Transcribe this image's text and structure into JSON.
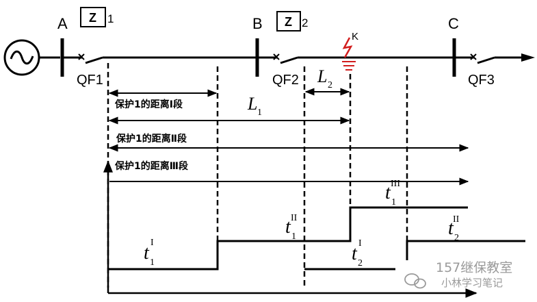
{
  "buses": {
    "a": "A",
    "b": "B",
    "c": "C"
  },
  "relays": {
    "relay1": {
      "symbol": "Z",
      "number": "1"
    },
    "relay2": {
      "symbol": "Z",
      "number": "2"
    }
  },
  "breakers": {
    "qf1": "QF1",
    "qf2": "QF2",
    "qf3": "QF3"
  },
  "fault": {
    "label": "K",
    "color": "#d21e1e"
  },
  "lengths": {
    "l1": {
      "symbol": "L",
      "sub": "1"
    },
    "l2": {
      "symbol": "L",
      "sub": "2"
    }
  },
  "zones": {
    "zone1": "保护1的距离Ⅰ段",
    "zone2": "保护1的距离Ⅱ段",
    "zone3": "保护1的距离Ⅲ段"
  },
  "times": {
    "t1_1": {
      "base": "t",
      "sub": "1",
      "sup": "I"
    },
    "t1_2": {
      "base": "t",
      "sub": "1",
      "sup": "II"
    },
    "t1_3": {
      "base": "t",
      "sub": "1",
      "sup": "III"
    },
    "t2_1": {
      "base": "t",
      "sub": "2",
      "sup": "I"
    },
    "t2_2": {
      "base": "t",
      "sub": "2",
      "sup": "II"
    }
  },
  "watermark": {
    "line1": "157继保教室",
    "line2": "小林学习笔记"
  }
}
